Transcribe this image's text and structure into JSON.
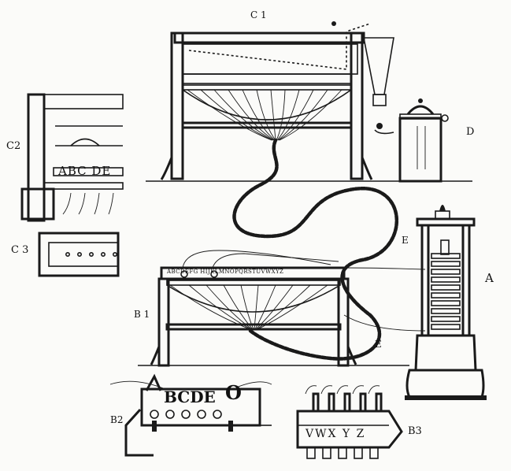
{
  "labels": {
    "c1": "C 1",
    "c2": "C2",
    "c3": "C 3",
    "d": "D",
    "e_upper": "E",
    "e_lower": "E",
    "a": "A",
    "b1": "B 1",
    "b2": "B2",
    "b3": "B3"
  },
  "letter_strips": {
    "c2_letters": "ABC DE",
    "b2_letters": "BCDE",
    "b2_o": "O",
    "b3_letters": "VWX Y Z",
    "b1_alphabet": "ABCDEFG HIJKLMNOPQRSTUVWXYZ"
  }
}
